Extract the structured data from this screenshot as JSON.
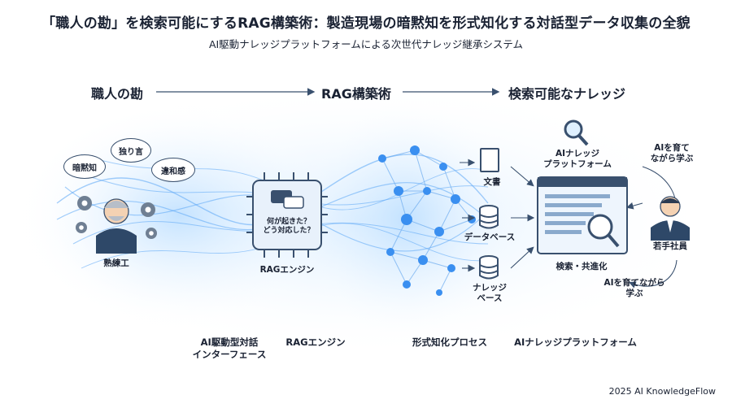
{
  "header": {
    "title": "「職人の勘」を検索可能にするRAG構築術：製造現場の暗黙知を形式知化する対話型データ収集の全貌",
    "subtitle": "AI駆動ナレッジプラットフォームによる次世代ナレッジ継承システム"
  },
  "stages": [
    {
      "label": "職人の勘"
    },
    {
      "label": "RAG構築術"
    },
    {
      "label": "検索可能なナレッジ"
    }
  ],
  "craftsman": {
    "label": "熟練工",
    "bubbles": [
      "暗黙知",
      "独り言",
      "違和感"
    ]
  },
  "engine": {
    "chip_text": "何が起きた？\nどう対応した？",
    "label": "RAGエンジン"
  },
  "stores": [
    {
      "label": "文書",
      "icon": "document-icon"
    },
    {
      "label": "データベース",
      "icon": "database-icon"
    },
    {
      "label": "ナレッジ\nベース",
      "icon": "database-icon"
    }
  ],
  "platform": {
    "label": "AIナレッジ\nプラットフォーム",
    "window_caption": "検索・共進化"
  },
  "junior": {
    "label": "若手社員",
    "cycle_top": "AIを育て\nながら学ぶ",
    "cycle_bottom": "AIを育てながら\n学ぶ"
  },
  "captions": [
    "AI駆動型対話\nインターフェース",
    "RAGエンジン",
    "形式知化プロセス",
    "AIナレッジプラットフォーム"
  ],
  "footer": "2025 AI KnowledgeFlow",
  "colors": {
    "accent": "#3a8ff0",
    "navy": "#39506e",
    "glow": "#bfe0ff"
  }
}
